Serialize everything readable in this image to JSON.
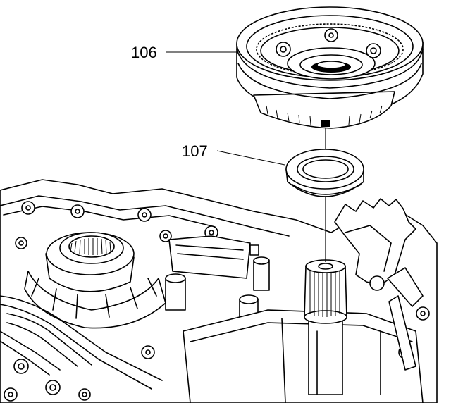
{
  "callouts": [
    {
      "id": "106",
      "label": "106"
    },
    {
      "id": "107",
      "label": "107"
    }
  ],
  "colors": {
    "line": "#000000",
    "background": "#ffffff"
  }
}
